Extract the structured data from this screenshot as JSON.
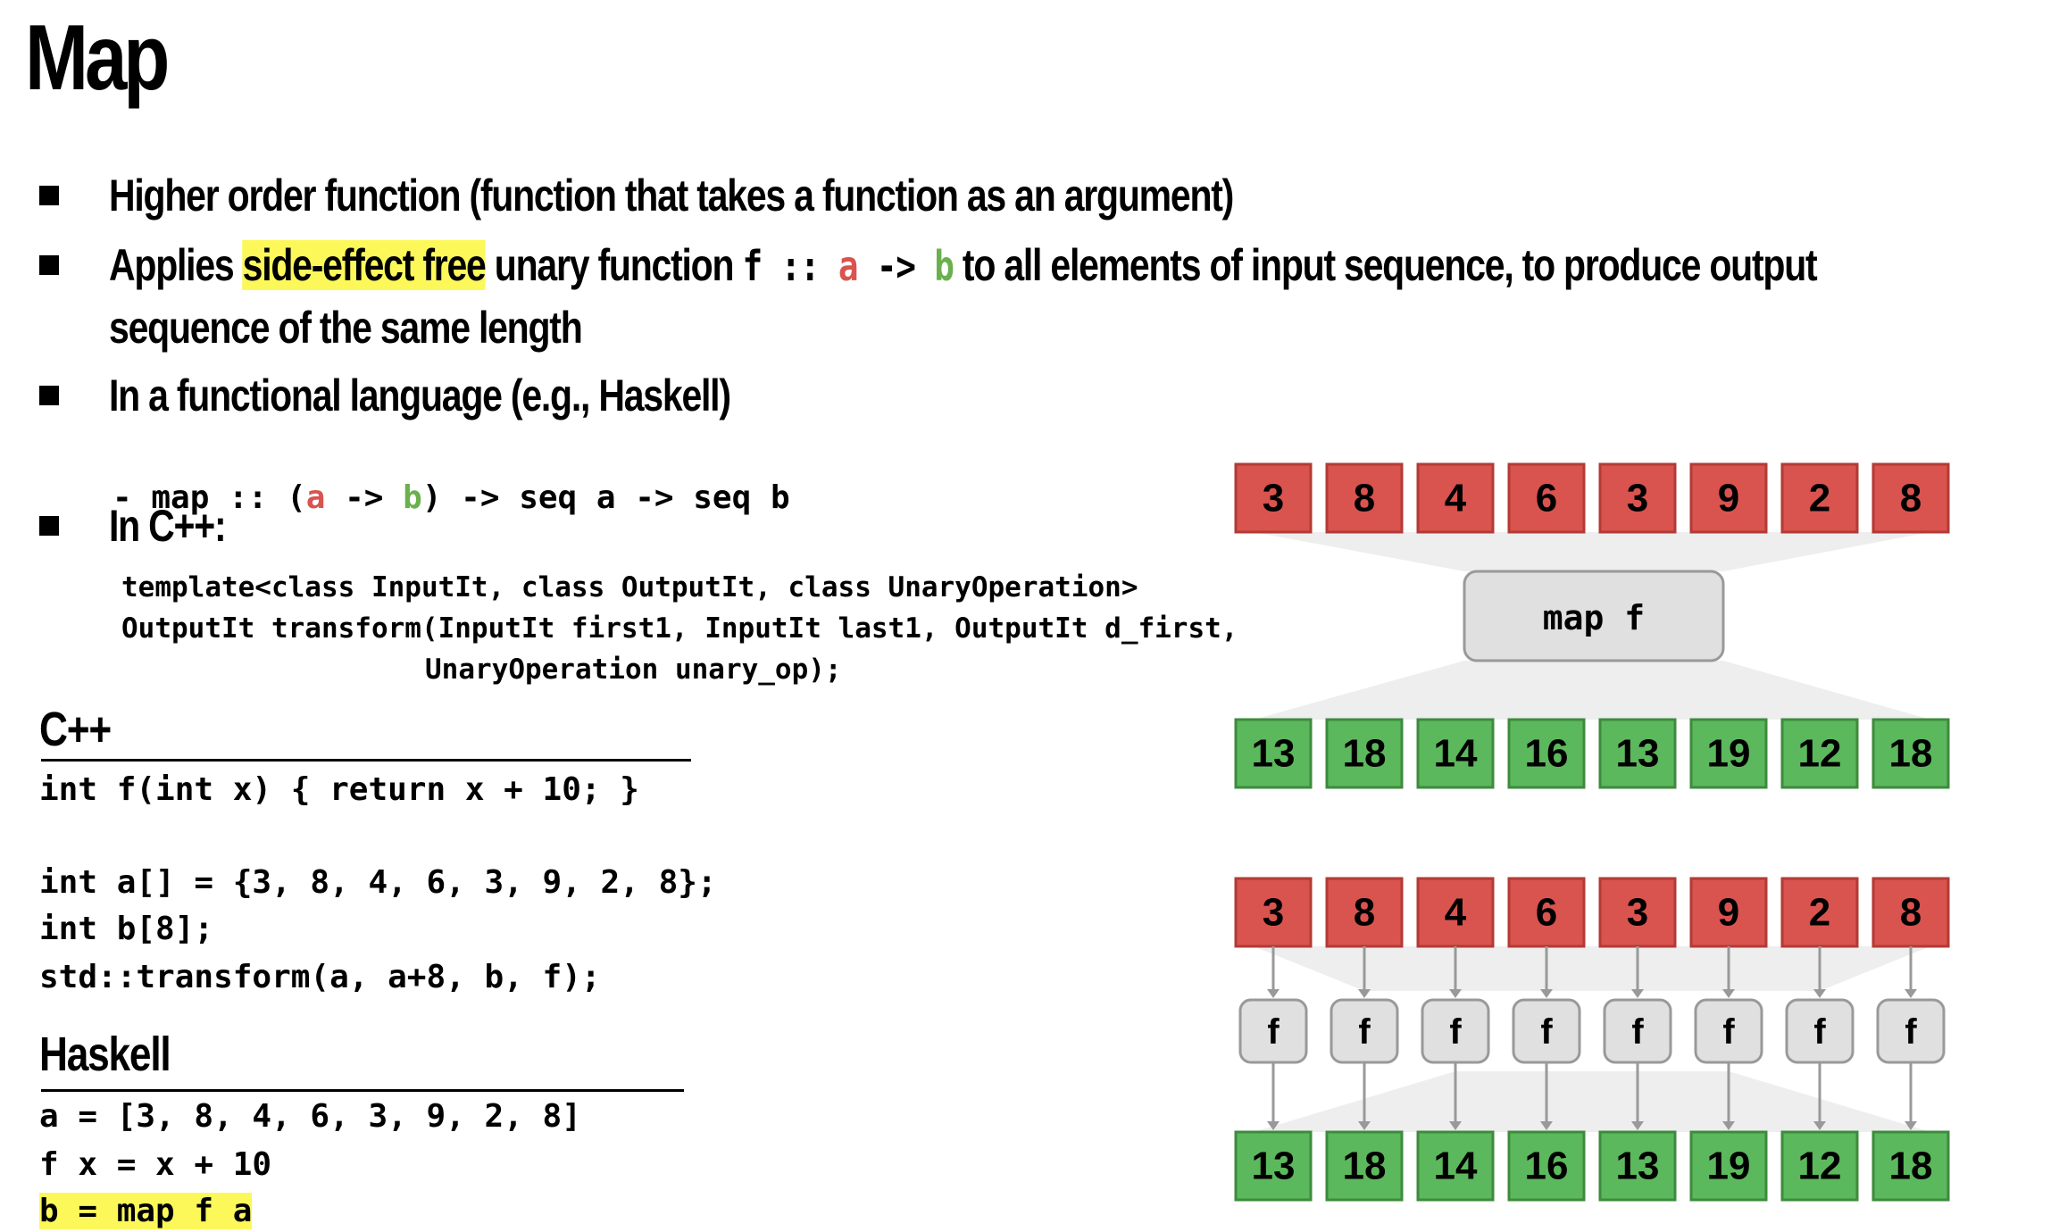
{
  "title": "Map",
  "bullets": {
    "b1": "Higher order function (function that takes a function as an argument)",
    "b2_pre": "Applies ",
    "b2_hl": "side-effect free",
    "b2_mid": " unary function ",
    "b2_f": "f",
    "b2_sig_sep": " :: ",
    "b2_a": "a",
    "b2_arrow": " -> ",
    "b2_b": "b",
    "b2_post": " to all elements of input sequence, to produce output",
    "b2_line2": "sequence of the same length",
    "b3": "In a functional language (e.g., Haskell)",
    "b3_dash": "- ",
    "b3_code_pre": "map :: (",
    "b3_code_a": "a",
    "b3_code_arrow": " -> ",
    "b3_code_b": "b",
    "b3_code_post": ") -> seq a -> seq b",
    "b4": "In C++:"
  },
  "cpp_signature": {
    "line1": "template<class InputIt, class OutputIt, class UnaryOperation>",
    "line2": "OutputIt transform(InputIt first1, InputIt last1, OutputIt d_first,",
    "line3": "UnaryOperation unary_op);"
  },
  "cpp_section": {
    "heading": "C++",
    "line1": "int f(int x) { return x + 10; }",
    "line2": "int a[] = {3, 8, 4, 6, 3, 9, 2, 8};",
    "line3": "int b[8];",
    "line4": "std::transform(a, a+8, b, f);"
  },
  "haskell_section": {
    "heading": "Haskell",
    "line1": "a = [3, 8, 4, 6, 3, 9, 2, 8]",
    "line2": "f x = x + 10",
    "line3": "b = map f a"
  },
  "diagram": {
    "input": [
      "3",
      "8",
      "4",
      "6",
      "3",
      "9",
      "2",
      "8"
    ],
    "output": [
      "13",
      "18",
      "14",
      "16",
      "13",
      "19",
      "12",
      "18"
    ],
    "map_label": "map f",
    "f_label": "f",
    "colors": {
      "input_fill": "#d9534f",
      "input_stroke": "#b33a35",
      "output_fill": "#5cb85c",
      "output_stroke": "#3d8b3d",
      "box_fill": "#e0e0e0",
      "box_stroke": "#999999"
    }
  }
}
